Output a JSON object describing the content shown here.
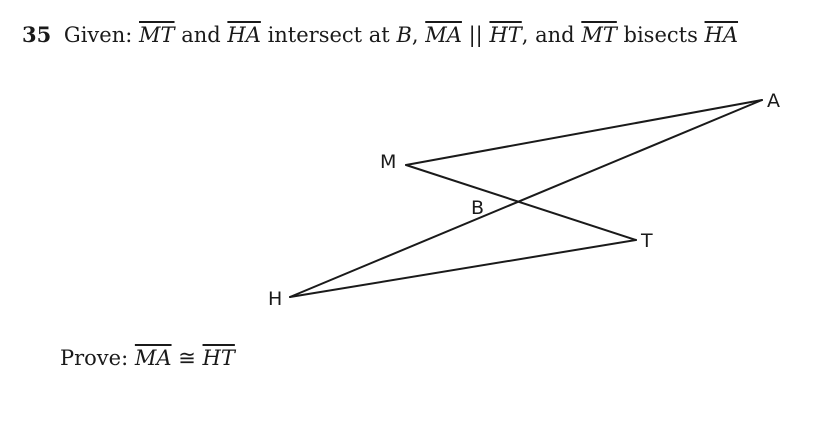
{
  "question": {
    "number": "35",
    "given_word": "Given:",
    "seg1": "MT",
    "and1": "and",
    "seg2": "HA",
    "intersect_text": "intersect at",
    "point_b": "B",
    "comma1": ",",
    "seg3": "MA",
    "parallel_symbol": "||",
    "seg4": "HT",
    "and2": ", and",
    "seg5": "MT",
    "bisects_text": "bisects",
    "seg6": "HA"
  },
  "diagram": {
    "labels": {
      "M": "M",
      "A": "A",
      "B": "B",
      "T": "T",
      "H": "H"
    }
  },
  "prove": {
    "prove_word": "Prove:",
    "seg_left": "MA",
    "congruent_symbol": "≅",
    "seg_right": "HT"
  }
}
